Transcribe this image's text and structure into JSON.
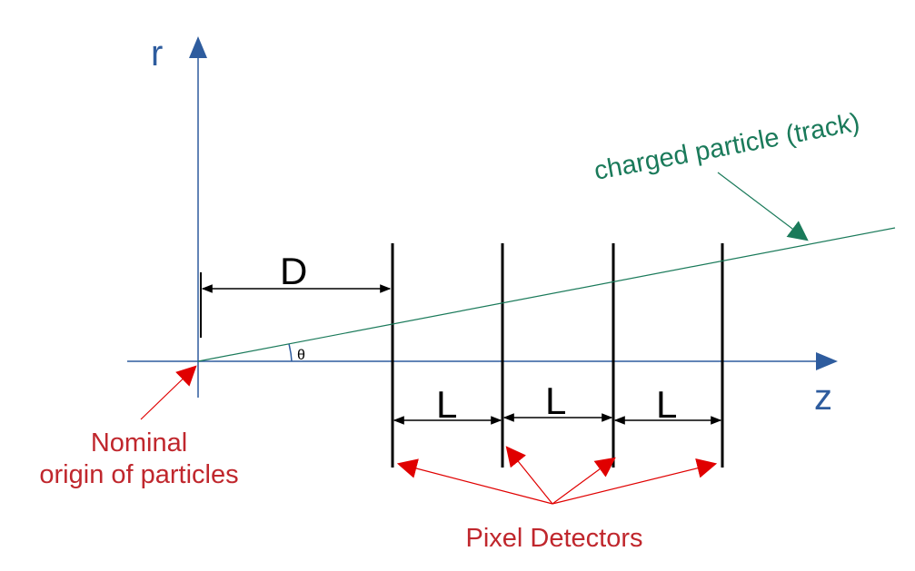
{
  "axes": {
    "r_label": "r",
    "z_label": "z"
  },
  "dimensions": {
    "distance_label": "D",
    "spacing_label": "L",
    "angle_label": "θ"
  },
  "annotations": {
    "track_label": "charged particle (track)",
    "origin_label_line1": "Nominal",
    "origin_label_line2": "origin of particles",
    "detectors_label": "Pixel Detectors"
  },
  "colors": {
    "axis": "#2e5c9e",
    "track": "#1a7a5a",
    "annotation": "#c0272d",
    "lines": "#000000"
  },
  "detectors": {
    "count": 4
  }
}
